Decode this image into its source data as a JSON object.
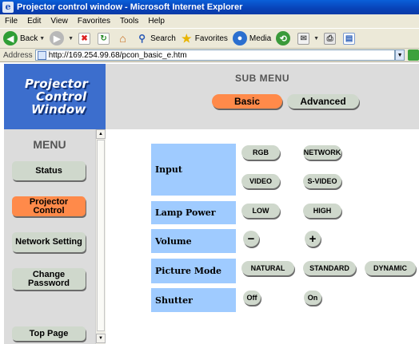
{
  "window": {
    "title": "Projector control window - Microsoft Internet Explorer"
  },
  "menubar": [
    "File",
    "Edit",
    "View",
    "Favorites",
    "Tools",
    "Help"
  ],
  "toolbar": {
    "back": "Back",
    "search": "Search",
    "favorites": "Favorites",
    "media": "Media"
  },
  "address": {
    "label": "Address",
    "url": "http://169.254.99.68/pcon_basic_e.htm"
  },
  "logo": {
    "line1": "Projector",
    "line2": "Control",
    "line3": "Window"
  },
  "submenu": {
    "title": "SUB MENU",
    "basic": "Basic",
    "advanced": "Advanced"
  },
  "menu": {
    "title": "MENU",
    "status": "Status",
    "projector_control_1": "Projector",
    "projector_control_2": "Control",
    "network_setting": "Network Setting",
    "change_password_1": "Change",
    "change_password_2": "Password",
    "top_page": "Top Page"
  },
  "controls": {
    "input": {
      "label": "Input",
      "rgb": "RGB",
      "network": "NETWORK",
      "video": "VIDEO",
      "svideo": "S-VIDEO"
    },
    "lamp_power": {
      "label": "Lamp Power",
      "low": "LOW",
      "high": "HIGH"
    },
    "volume": {
      "label": "Volume",
      "minus": "−",
      "plus": "+"
    },
    "picture_mode": {
      "label": "Picture Mode",
      "natural": "NATURAL",
      "standard": "STANDARD",
      "dynamic": "DYNAMIC"
    },
    "shutter": {
      "label": "Shutter",
      "off": "Off",
      "on": "On"
    }
  },
  "colors": {
    "active": "#ff8a4a",
    "button": "#cfd8cc",
    "label_bg": "#9fcbff",
    "logo_bg": "#3c6ecd",
    "panel_bg": "#dcdcdc"
  }
}
